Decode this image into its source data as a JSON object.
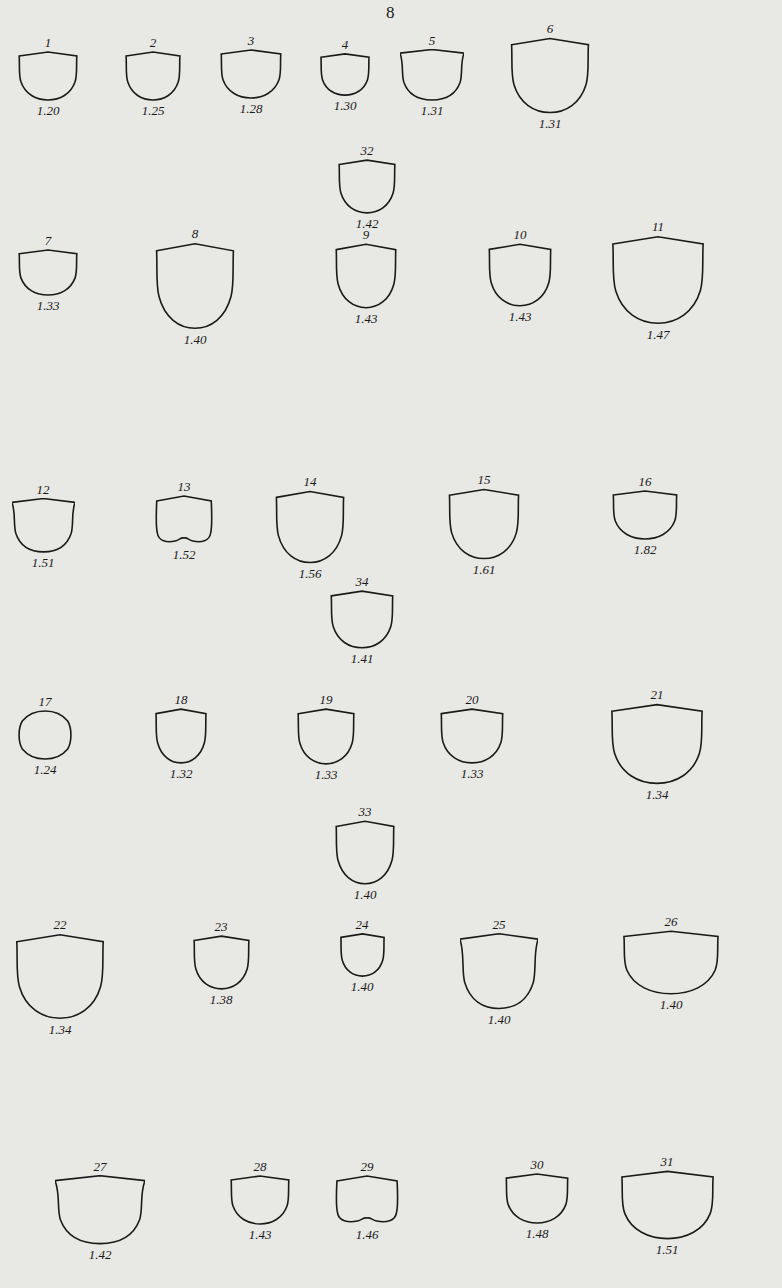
{
  "diagram": {
    "nodes": [
      {
        "text": [
          "1",
          "1.20"
        ]
      },
      {
        "text": [
          "2",
          "1.25"
        ]
      },
      {
        "text": [
          "3",
          "1.28"
        ]
      },
      {
        "text": [
          "4",
          "1.30"
        ]
      },
      {
        "text": [
          "5",
          "1.31"
        ]
      },
      {
        "text": [
          "6",
          "1.31"
        ]
      },
      {
        "text": [
          "32",
          "1.42"
        ]
      },
      {
        "text": [
          "7",
          "1.33"
        ]
      },
      {
        "text": [
          "8",
          "1.40"
        ]
      },
      {
        "text": [
          "9",
          "1.43"
        ]
      },
      {
        "text": [
          "10",
          "1.43"
        ]
      },
      {
        "text": [
          "11",
          "1.47"
        ]
      },
      {
        "text": [
          "12",
          "1.51"
        ]
      },
      {
        "text": [
          "13",
          "1.52"
        ]
      },
      {
        "text": [
          "14",
          "1.56"
        ]
      },
      {
        "text": [
          "15",
          "1.61"
        ]
      },
      {
        "text": [
          "16",
          "1.82"
        ]
      },
      {
        "text": [
          "34",
          "1.41"
        ]
      },
      {
        "text": [
          "17",
          "1.24"
        ]
      },
      {
        "text": [
          "18",
          "1.32"
        ]
      },
      {
        "text": [
          "19",
          "1.33"
        ]
      },
      {
        "text": [
          "20",
          "1.33"
        ]
      },
      {
        "text": [
          "21",
          "1.34"
        ]
      },
      {
        "text": [
          "33",
          "1.40"
        ]
      },
      {
        "text": [
          "22",
          "1.34"
        ]
      },
      {
        "text": [
          "23",
          "1.38"
        ]
      },
      {
        "text": [
          "24",
          "1.40"
        ]
      },
      {
        "text": [
          "25",
          "1.40"
        ]
      },
      {
        "text": [
          "26",
          "1.40"
        ]
      },
      {
        "text": [
          "27",
          "1.42"
        ]
      },
      {
        "text": [
          "28",
          "1.43"
        ]
      },
      {
        "text": [
          "29",
          "1.46"
        ]
      },
      {
        "text": [
          "30",
          "1.48"
        ]
      },
      {
        "text": [
          "31",
          "1.51"
        ]
      }
    ],
    "labels": [
      "8"
    ]
  }
}
